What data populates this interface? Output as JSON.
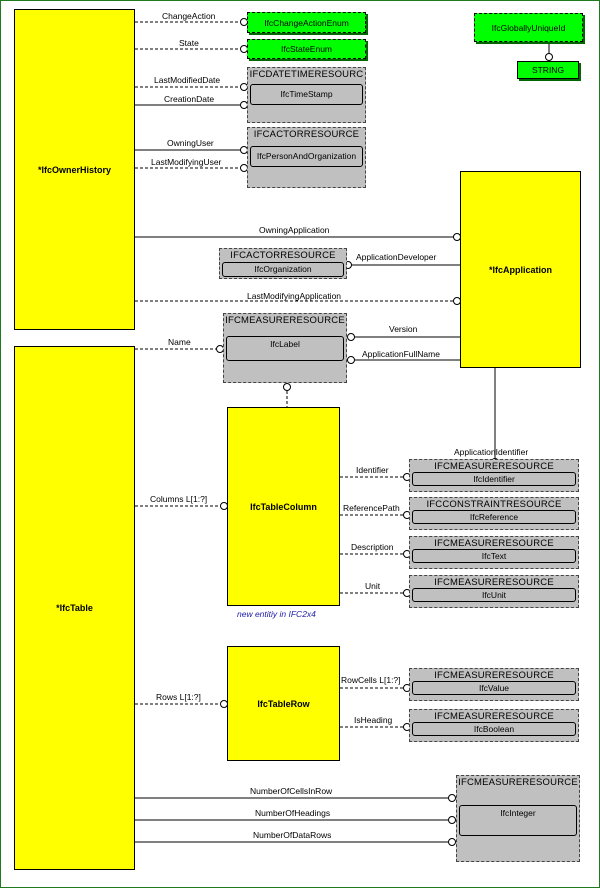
{
  "entities": {
    "owner_history": "*IfcOwnerHistory",
    "application": "*IfcApplication",
    "table": "*IfcTable",
    "table_column": "IfcTableColumn",
    "table_row": "IfcTableRow"
  },
  "enums": {
    "change_action": "IfcChangeActionEnum",
    "state": "IfcStateEnum",
    "globally_unique_id": "IfcGloballyUniqueId",
    "string": "STRING"
  },
  "refs": {
    "datetime": {
      "header": "IFCDATETIMERESOURC",
      "type": "IfcTimeStamp"
    },
    "actor1": {
      "header": "IFCACTORRESOURCE",
      "type": "IfcPersonAndOrganization"
    },
    "actor2": {
      "header": "IFCACTORRESOURCE",
      "type": "IfcOrganization"
    },
    "measure_label": {
      "header": "IFCMEASURERESOURCE",
      "type": "IfcLabel"
    },
    "measure_identifier": {
      "header": "IFCMEASURERESOURCE",
      "type": "IfcIdentifier"
    },
    "constraint_reference": {
      "header": "IFCCONSTRAINTRESOURCE",
      "type": "IfcReference"
    },
    "measure_text": {
      "header": "IFCMEASURERESOURCE",
      "type": "IfcText"
    },
    "measure_unit": {
      "header": "IFCMEASURERESOURCE",
      "type": "IfcUnit"
    },
    "measure_value": {
      "header": "IFCMEASURERESOURCE",
      "type": "IfcValue"
    },
    "measure_boolean": {
      "header": "IFCMEASURERESOURCE",
      "type": "IfcBoolean"
    },
    "measure_integer": {
      "header": "IFCMEASURERESOURCE",
      "type": "IfcInteger"
    }
  },
  "attributes": {
    "change_action": "ChangeAction",
    "state": "State",
    "last_modified_date": "LastModifiedDate",
    "creation_date": "CreationDate",
    "owning_user": "OwningUser",
    "last_modifying_user": "LastModifyingUser",
    "owning_application": "OwningApplication",
    "application_developer": "ApplicationDeveloper",
    "last_modifying_application": "LastModifyingApplication",
    "name": "Name",
    "version": "Version",
    "application_full_name": "ApplicationFullName",
    "application_identifier": "ApplicationIdentifier",
    "identifier": "Identifier",
    "reference_path": "ReferencePath",
    "description": "Description",
    "unit": "Unit",
    "columns": "Columns L[1:?]",
    "rows": "Rows L[1:?]",
    "row_cells": "RowCells L[1:?]",
    "is_heading": "IsHeading",
    "number_of_cells_in_row": "NumberOfCellsInRow",
    "number_of_headings": "NumberOfHeadings",
    "number_of_data_rows": "NumberOfDataRows"
  },
  "note": "new entitiy in IFC2x4",
  "colors": {
    "entity_fill": "#ffff00",
    "enum_fill": "#00ff00",
    "reference_fill": "#c0c0c0",
    "note_text": "#1a1aaa",
    "frame_border": "#1f7a1f"
  }
}
